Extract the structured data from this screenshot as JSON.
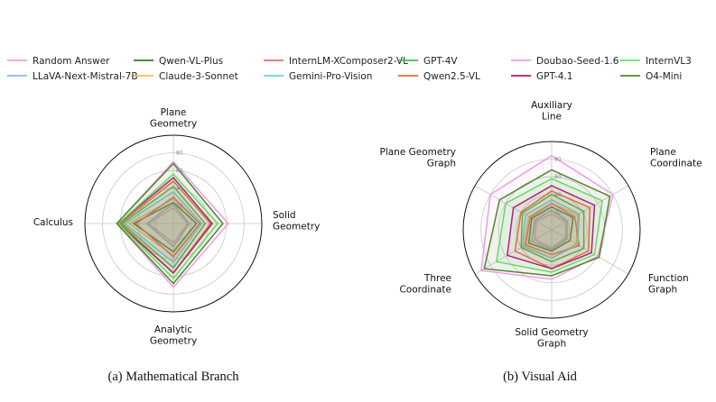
{
  "legend": [
    {
      "name": "Random Answer",
      "color": "#f4a7b0"
    },
    {
      "name": "LLaVA-Next-Mistral-7B",
      "color": "#8fb4ea"
    },
    {
      "name": "Qwen-VL-Plus",
      "color": "#2e7d0f"
    },
    {
      "name": "Claude-3-Sonnet",
      "color": "#f2c14e"
    },
    {
      "name": "InternLM-XComposer2-VL",
      "color": "#f0666a"
    },
    {
      "name": "Gemini-Pro-Vision",
      "color": "#6fd3dd"
    },
    {
      "name": "GPT-4V",
      "color": "#3cc43c"
    },
    {
      "name": "Qwen2.5-VL",
      "color": "#f06a2a"
    },
    {
      "name": "Doubao-Seed-1.6",
      "color": "#ef9be8"
    },
    {
      "name": "GPT-4.1",
      "color": "#b0167a"
    },
    {
      "name": "InternVL3",
      "color": "#5ee65e"
    },
    {
      "name": "O4-Mini",
      "color": "#4d8a2a"
    }
  ],
  "chart_data": [
    {
      "type": "radar",
      "caption": "(a) Mathematical Branch",
      "axes": [
        "Plane\nGeometry",
        "Solid\nGeometry",
        "Analytic\nGeometry",
        "Calculus"
      ],
      "rlim": [
        0,
        100
      ],
      "ticks": [
        20,
        40,
        60,
        80
      ],
      "grid": true,
      "series": [
        {
          "name": "Random Answer",
          "values": [
            18,
            16,
            22,
            28
          ]
        },
        {
          "name": "LLaVA-Next-Mistral-7B",
          "values": [
            22,
            18,
            26,
            30
          ]
        },
        {
          "name": "Qwen-VL-Plus",
          "values": [
            24,
            26,
            32,
            45
          ]
        },
        {
          "name": "Claude-3-Sonnet",
          "values": [
            28,
            30,
            36,
            50
          ]
        },
        {
          "name": "InternLM-XComposer2-VL",
          "values": [
            30,
            30,
            38,
            42
          ]
        },
        {
          "name": "Gemini-Pro-Vision",
          "values": [
            36,
            32,
            44,
            55
          ]
        },
        {
          "name": "GPT-4V",
          "values": [
            42,
            36,
            50,
            58
          ]
        },
        {
          "name": "Qwen2.5-VL",
          "values": [
            48,
            42,
            56,
            60
          ]
        },
        {
          "name": "Doubao-Seed-1.6",
          "values": [
            70,
            62,
            72,
            64
          ]
        },
        {
          "name": "GPT-4.1",
          "values": [
            52,
            44,
            56,
            62
          ]
        },
        {
          "name": "InternVL3",
          "values": [
            56,
            50,
            62,
            62
          ]
        },
        {
          "name": "O4-Mini",
          "values": [
            68,
            56,
            68,
            64
          ]
        }
      ]
    },
    {
      "type": "radar",
      "caption": "(b) Visual Aid",
      "axes": [
        "Auxiliary\nLine",
        "Plane\nCoordinate",
        "Function\nGraph",
        "Solid Geometry\nGraph",
        "Three\nCoordinate",
        "Plane Geometry\nGraph"
      ],
      "rlim": [
        0,
        100
      ],
      "ticks": [
        20,
        40,
        60,
        80
      ],
      "grid": true,
      "series": [
        {
          "name": "Random Answer",
          "values": [
            18,
            18,
            18,
            20,
            22,
            20
          ]
        },
        {
          "name": "LLaVA-Next-Mistral-7B",
          "values": [
            22,
            20,
            20,
            22,
            26,
            22
          ]
        },
        {
          "name": "Qwen-VL-Plus",
          "values": [
            26,
            28,
            24,
            24,
            30,
            26
          ]
        },
        {
          "name": "Claude-3-Sonnet",
          "values": [
            30,
            34,
            32,
            32,
            36,
            30
          ]
        },
        {
          "name": "InternLM-XComposer2-VL",
          "values": [
            30,
            30,
            36,
            28,
            34,
            28
          ]
        },
        {
          "name": "Gemini-Pro-Vision",
          "values": [
            34,
            36,
            34,
            32,
            38,
            34
          ]
        },
        {
          "name": "GPT-4V",
          "values": [
            40,
            42,
            42,
            36,
            40,
            38
          ]
        },
        {
          "name": "Qwen2.5-VL",
          "values": [
            44,
            50,
            48,
            44,
            48,
            40
          ]
        },
        {
          "name": "Doubao-Seed-1.6",
          "values": [
            84,
            80,
            60,
            56,
            92,
            80
          ]
        },
        {
          "name": "GPT-4.1",
          "values": [
            50,
            56,
            52,
            44,
            58,
            50
          ]
        },
        {
          "name": "InternVL3",
          "values": [
            58,
            66,
            56,
            48,
            72,
            60
          ]
        },
        {
          "name": "O4-Mini",
          "values": [
            68,
            76,
            62,
            52,
            88,
            68
          ]
        }
      ]
    }
  ]
}
